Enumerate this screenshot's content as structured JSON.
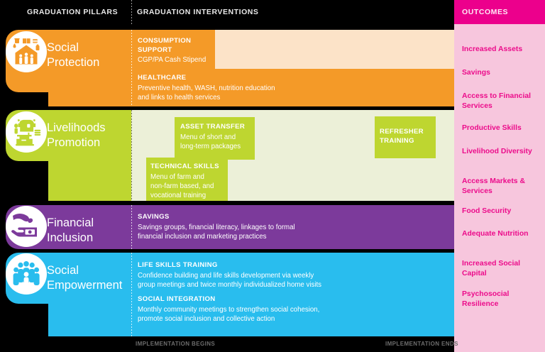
{
  "header": {
    "pillars": "GRADUATION PILLARS",
    "interventions": "GRADUATION INTERVENTIONS",
    "outcomes": "OUTCOMES"
  },
  "colors": {
    "social_protection": "#f49a28",
    "social_protection_tint": "#fce3c8",
    "livelihoods": "#bed630",
    "livelihoods_tint": "#ecf0d8",
    "financial_inclusion": "#7c3a9b",
    "social_empowerment": "#29bdee",
    "outcomes_header": "#ec008c",
    "outcomes_panel": "#f7c6dd",
    "outcomes_text": "#ec0c8b",
    "background": "#000000"
  },
  "pillars": [
    {
      "id": "social-protection",
      "title": "Social\nProtection",
      "icon": "house-family-icon",
      "color": "#f49a28",
      "interventions": [
        {
          "heading": "CONSUMPTION\nSUPPORT",
          "body": "CGP/PA Cash Stipend"
        },
        {
          "heading": "HEALTHCARE",
          "body": "Preventive health, WASH, nutrition education\nand links to health services"
        }
      ]
    },
    {
      "id": "livelihoods-promotion",
      "title": "Livelihoods\nPromotion",
      "icon": "cow-sewing-machine-icon",
      "color": "#bed630",
      "interventions": [
        {
          "heading": "ASSET TRANSFER",
          "body": "Menu of short and\nlong-term packages"
        },
        {
          "heading": "TECHNICAL SKILLS",
          "body": "Menu of farm and\nnon-farm based, and\nvocational training"
        },
        {
          "heading": "REFRESHER\nTRAINING",
          "body": ""
        }
      ]
    },
    {
      "id": "financial-inclusion",
      "title": "Financial\nInclusion",
      "icon": "hand-money-icon",
      "color": "#7c3a9b",
      "interventions": [
        {
          "heading": "SAVINGS",
          "body": "Savings groups, financial literacy, linkages to formal\nfinancial inclusion and marketing practices"
        }
      ]
    },
    {
      "id": "social-empowerment",
      "title": "Social\nEmpowerment",
      "icon": "people-group-icon",
      "color": "#29bdee",
      "interventions": [
        {
          "heading": "LIFE SKILLS TRAINING",
          "body": "Confidence building and life skills development via weekly\ngroup meetings and twice monthly individualized home visits"
        },
        {
          "heading": "SOCIAL INTEGRATION",
          "body": "Monthly community meetings to strengthen social cohesion,\npromote social inclusion and collective action"
        }
      ]
    }
  ],
  "outcomes": [
    "Increased Assets",
    "Savings",
    "Access to\nFinancial Services",
    "Productive Skills",
    "Livelihood\nDiversity",
    "Access Markets\n& Services",
    "Food Security",
    "Adequate\nNutrition",
    "Increased\nSocial Capital",
    "Psychosocial\nResilience"
  ],
  "footer": {
    "begin": "IMPLEMENTATION BEGINS",
    "end": "IMPLEMENTATION ENDS"
  }
}
